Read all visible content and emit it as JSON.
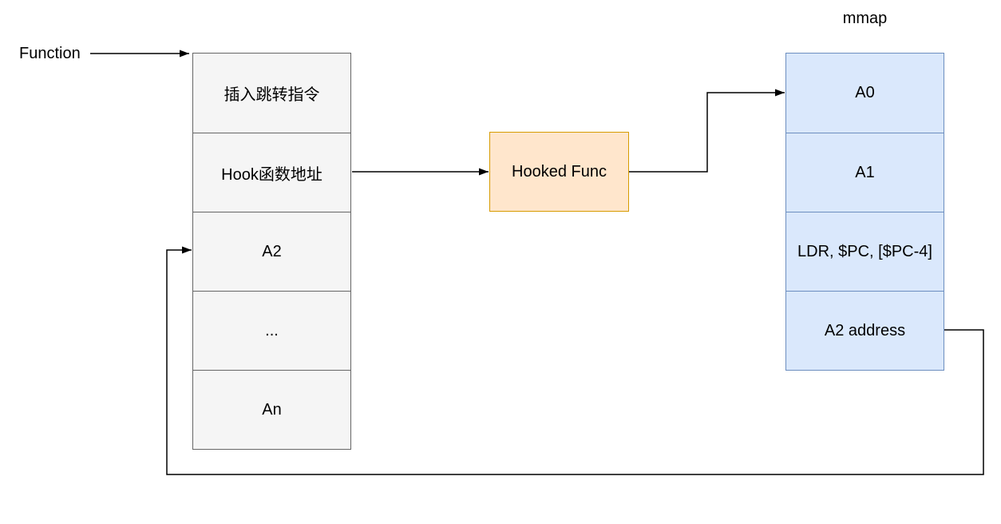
{
  "diagram": {
    "labels": {
      "function": "Function",
      "mmap": "mmap"
    },
    "function_stack": {
      "cells": [
        "插入跳转指令",
        "Hook函数地址",
        "A2",
        "...",
        "An"
      ],
      "fill": "#f5f5f5",
      "border": "#666666"
    },
    "hooked_func": {
      "label": "Hooked Func",
      "fill": "#ffe6cc",
      "border": "#d79b00"
    },
    "mmap_stack": {
      "cells": [
        "A0",
        "A1",
        "LDR, $PC, [$PC-4]",
        "A2 address"
      ],
      "fill": "#dae8fc",
      "border": "#6c8ebf"
    },
    "arrow_color": "#000000",
    "background": "#ffffff"
  }
}
